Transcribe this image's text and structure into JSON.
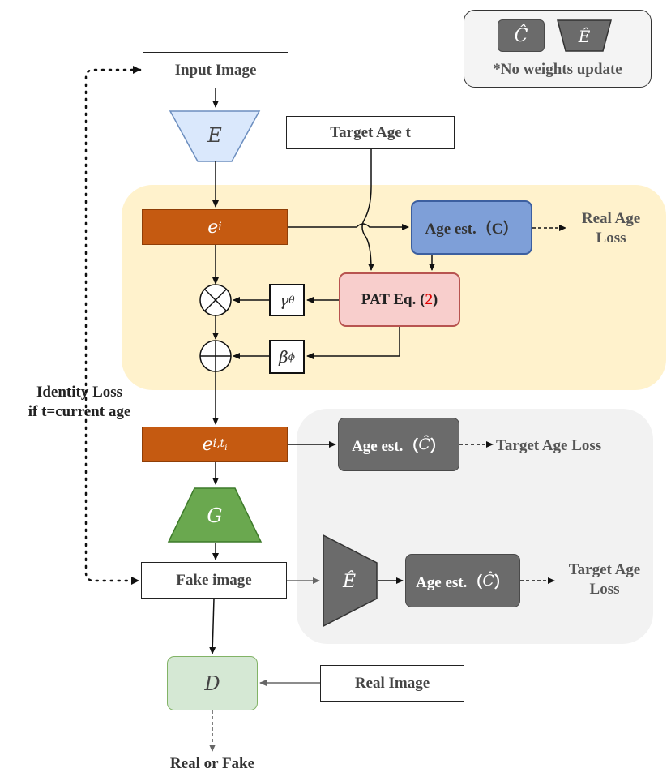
{
  "legend": {
    "c_hat": "Ĉ",
    "e_hat": "Ê",
    "note": "*No weights update"
  },
  "nodes": {
    "input_image": "Input Image",
    "encoder": "E",
    "target_age": "Target Age t",
    "embedding": "e",
    "embedding_sub": "i",
    "age_est_c": "Age est.（C）",
    "real_age_loss": "Real Age Loss",
    "pat_eq_prefix": "PAT Eq. (",
    "pat_eq_ref": "2",
    "pat_eq_suffix": ")",
    "gamma": "γ",
    "gamma_sub": "θ",
    "beta": "β",
    "beta_sub": "ϕ",
    "identity_loss_1": "Identity Loss",
    "identity_loss_2": "if t=current age",
    "embedding_t": "e",
    "embedding_t_sub": "i,t",
    "embedding_t_subsub": "i",
    "age_est_chat_1_prefix": "Age est.（",
    "age_est_chat_1_symbol": "Ĉ",
    "age_est_chat_1_suffix": "）",
    "target_age_loss_1": "Target Age Loss",
    "generator": "G",
    "fake_image": "Fake image",
    "encoder_hat": "Ê",
    "age_est_chat_2_prefix": "Age est.（",
    "age_est_chat_2_symbol": "Ĉ",
    "age_est_chat_2_suffix": "）",
    "target_age_loss_2": "Target Age Loss",
    "discriminator": "D",
    "real_image": "Real Image",
    "real_or_fake": "Real or Fake"
  },
  "colors": {
    "yellow_region": "#fff2cc",
    "grey_region": "#f2f2f2",
    "encoder_fill": "#dae8fc",
    "generator_fill": "#6aa84f",
    "embedding_fill": "#c55a11",
    "age_est_fill": "#7e9fd8",
    "pat_fill": "#f8cecc",
    "disc_fill": "#d5e8d4",
    "grey_box": "#6b6b6b",
    "eq_ref": "#e00000"
  }
}
